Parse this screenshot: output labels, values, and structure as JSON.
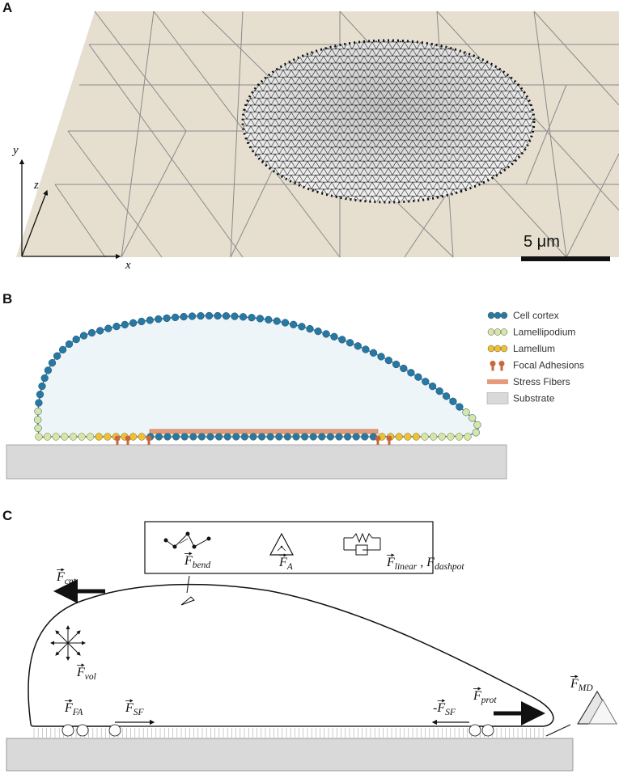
{
  "panels": [
    {
      "letter": "A"
    },
    {
      "letter": "B"
    },
    {
      "letter": "C"
    }
  ],
  "panel_a": {
    "axes": {
      "y": "y",
      "z": "z",
      "x": "x"
    },
    "scale_bar": "5 μm"
  },
  "panel_b": {
    "legend": [
      {
        "label": "Cell cortex",
        "color": "#2878a4",
        "kind": "dots"
      },
      {
        "label": "Lamellipodium",
        "color": "#d6e6a6",
        "kind": "dots"
      },
      {
        "label": "Lamellum",
        "color": "#f0c030",
        "kind": "dots"
      },
      {
        "label": "Focal Adhesions",
        "color": "#c8683a",
        "kind": "pins"
      },
      {
        "label": "Stress Fibers",
        "color": "#e69c7c",
        "kind": "bar"
      },
      {
        "label": "Substrate",
        "color": "#d9d9d9",
        "kind": "box"
      }
    ]
  },
  "panel_c": {
    "forces": {
      "bend": {
        "main": "F",
        "sub": "bend"
      },
      "area": {
        "main": "F",
        "sub": "A"
      },
      "linear": {
        "main": "F",
        "sub": "linear",
        "sep": " , ",
        "main2": "F",
        "sub2": "dashpot"
      },
      "cnt": {
        "main": "F",
        "sub": "cnt"
      },
      "vol": {
        "main": "F",
        "sub": "vol"
      },
      "fa": {
        "main": "F",
        "sub": "FA"
      },
      "sf": {
        "main": "F",
        "sub": "SF"
      },
      "sf_neg": {
        "prefix": "-",
        "main": "F",
        "sub": "SF"
      },
      "prot": {
        "main": "F",
        "sub": "prot"
      },
      "md": {
        "main": "F",
        "sub": "MD"
      }
    }
  }
}
